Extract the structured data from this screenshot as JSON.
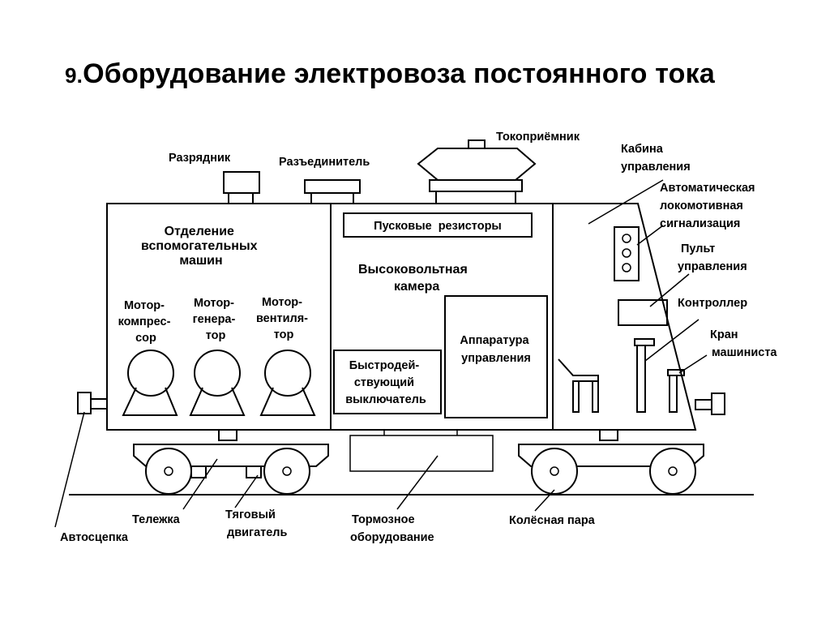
{
  "title": {
    "number": "9.",
    "text": "Оборудование электровоза постоянного тока"
  },
  "labels": {
    "razryadnik": "Разрядник",
    "razyedinitel": "Разъединитель",
    "tokopriemnik": "Токоприёмник",
    "kabina": [
      "Кабина",
      "управления"
    ],
    "alsn": [
      "Автоматическая",
      "локомотивная",
      "сигнализация"
    ],
    "pult": [
      "Пульт",
      "управления"
    ],
    "kontroller": "Контроллер",
    "kran": [
      "Кран",
      "машиниста"
    ],
    "otdelenie": [
      "Отделение",
      "вспомогательных",
      "машин"
    ],
    "motor_kompressor": [
      "Мотор-",
      "компрес-",
      "сор"
    ],
    "motor_generator": [
      "Мотор-",
      "генера-",
      "тор"
    ],
    "motor_ventilyator": [
      "Мотор-",
      "вентиля-",
      "тор"
    ],
    "puskovye": "Пусковые  резисторы",
    "vv_kamera": [
      "Высоковольтная",
      "камера"
    ],
    "apparatura": [
      "Аппаратура",
      "управления"
    ],
    "bystrodeystvuyushchiy": [
      "Быстродей-",
      "ствующий",
      "выключатель"
    ],
    "telezhka": "Тележка",
    "tyagovyy": [
      "Тяговый",
      "двигатель"
    ],
    "tormoznoe": [
      "Тормозное",
      "оборудование"
    ],
    "kolesnaya": "Колёсная пара",
    "avtoscepka": "Автосцепка"
  }
}
